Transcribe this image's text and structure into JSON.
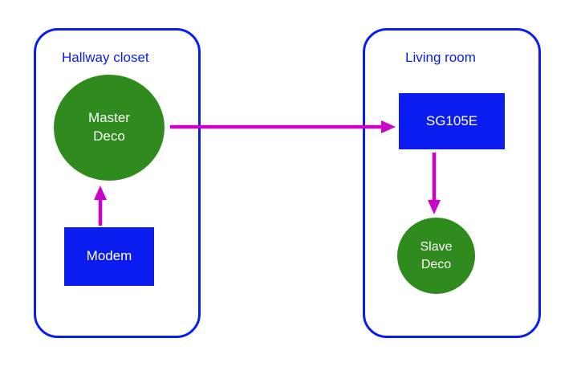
{
  "groups": [
    {
      "label": "Hallway closet"
    },
    {
      "label": "Living room"
    }
  ],
  "nodes": {
    "master_deco": {
      "label": "Master Deco",
      "shape": "circle",
      "location": "Hallway closet"
    },
    "modem": {
      "label": "Modem",
      "shape": "rectangle",
      "location": "Hallway closet"
    },
    "sg105e": {
      "label": "SG105E",
      "shape": "rectangle",
      "location": "Living room"
    },
    "slave_deco": {
      "label": "Slave Deco",
      "shape": "circle",
      "location": "Living room"
    }
  },
  "edges": [
    {
      "from": "Modem",
      "to": "Master Deco"
    },
    {
      "from": "Master Deco",
      "to": "SG105E"
    },
    {
      "from": "SG105E",
      "to": "Slave Deco"
    }
  ],
  "colors": {
    "container_border": "#0a1cf0",
    "label_text": "#0a1cf0",
    "node_blue": "#0a1cf0",
    "node_green": "#2f8b1d",
    "node_text": "#ffffff",
    "arrow": "#cc00cc",
    "background": "#ffffff"
  }
}
